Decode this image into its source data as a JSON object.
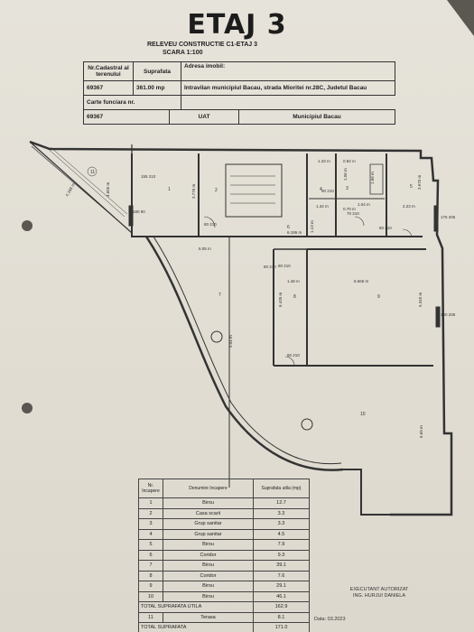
{
  "title": "ETAJ 3",
  "subtitle": {
    "line1": "RELEVEU CONSTRUCTIE C1-ETAJ 3",
    "line2": "SCARA 1:100"
  },
  "header_table": {
    "cadastral_label": "Nr.Cadastral al terenului",
    "surface_label": "Suprafata",
    "address_label": "Adresa imobil:",
    "cadastral_value": "69367",
    "surface_value": "361.00 mp",
    "address_value": "Intravilan municipiul Bacau, strada Mioritei nr.28C, Judetul Bacau",
    "land_book_label": "Carte funciara nr.",
    "land_book_value": "69367",
    "uat_label": "UAT",
    "uat_value": "Municipiul Bacau"
  },
  "plan": {
    "rooms": [
      "1",
      "2",
      "3",
      "4",
      "5",
      "6",
      "7",
      "8",
      "9",
      "10",
      "11"
    ],
    "dimensions": [
      "1.33 m",
      "0.82 m",
      "1.34 m",
      "0.70 m",
      "1.04 m",
      "2.23 m",
      "6.195 m",
      "6.05 m",
      "1.48 m",
      "6.665 m",
      "6.435 m",
      "5.345 m",
      "9.04 m",
      "6.69 m",
      "4.605 m",
      "3.776 m",
      "1.06 m",
      "1.66 m",
      "1.13 m",
      "3.675 m",
      "4.168 m"
    ],
    "openings": [
      "155 210",
      "180 90",
      "80 210",
      "90 210",
      "70 210",
      "80 210",
      "80 210",
      "175 205",
      "80 210",
      "100 205",
      "80 210"
    ]
  },
  "rooms_table": {
    "headers": [
      "Nr. Incapere",
      "Denumire Incapere",
      "Suprafata utila (mp)"
    ],
    "rows": [
      [
        "1",
        "Birou",
        "12.7"
      ],
      [
        "2",
        "Casa scarii",
        "3.3"
      ],
      [
        "3",
        "Grup sanitar",
        "3.3"
      ],
      [
        "4",
        "Grup sanitar",
        "4.5"
      ],
      [
        "5",
        "Birou",
        "7.9"
      ],
      [
        "6",
        "Coridor",
        "9.3"
      ],
      [
        "7",
        "Birou",
        "39.1"
      ],
      [
        "8",
        "Coridor",
        "7.6"
      ],
      [
        "9",
        "Birou",
        "29.1"
      ],
      [
        "10",
        "Birou",
        "46.1"
      ]
    ],
    "total_util_label": "TOTAL SUPRAFATA UTILA",
    "total_util_value": "162.9",
    "terrace_row": [
      "11",
      "Terasa",
      "8.1"
    ],
    "total_label": "TOTAL SUPRAFATA",
    "total_value": "171.0"
  },
  "executant": {
    "line1": "EXECUTANT AUTORIZAT",
    "line2": "ING. HURJUI DANIELA"
  },
  "date": "Data: 03.2023"
}
